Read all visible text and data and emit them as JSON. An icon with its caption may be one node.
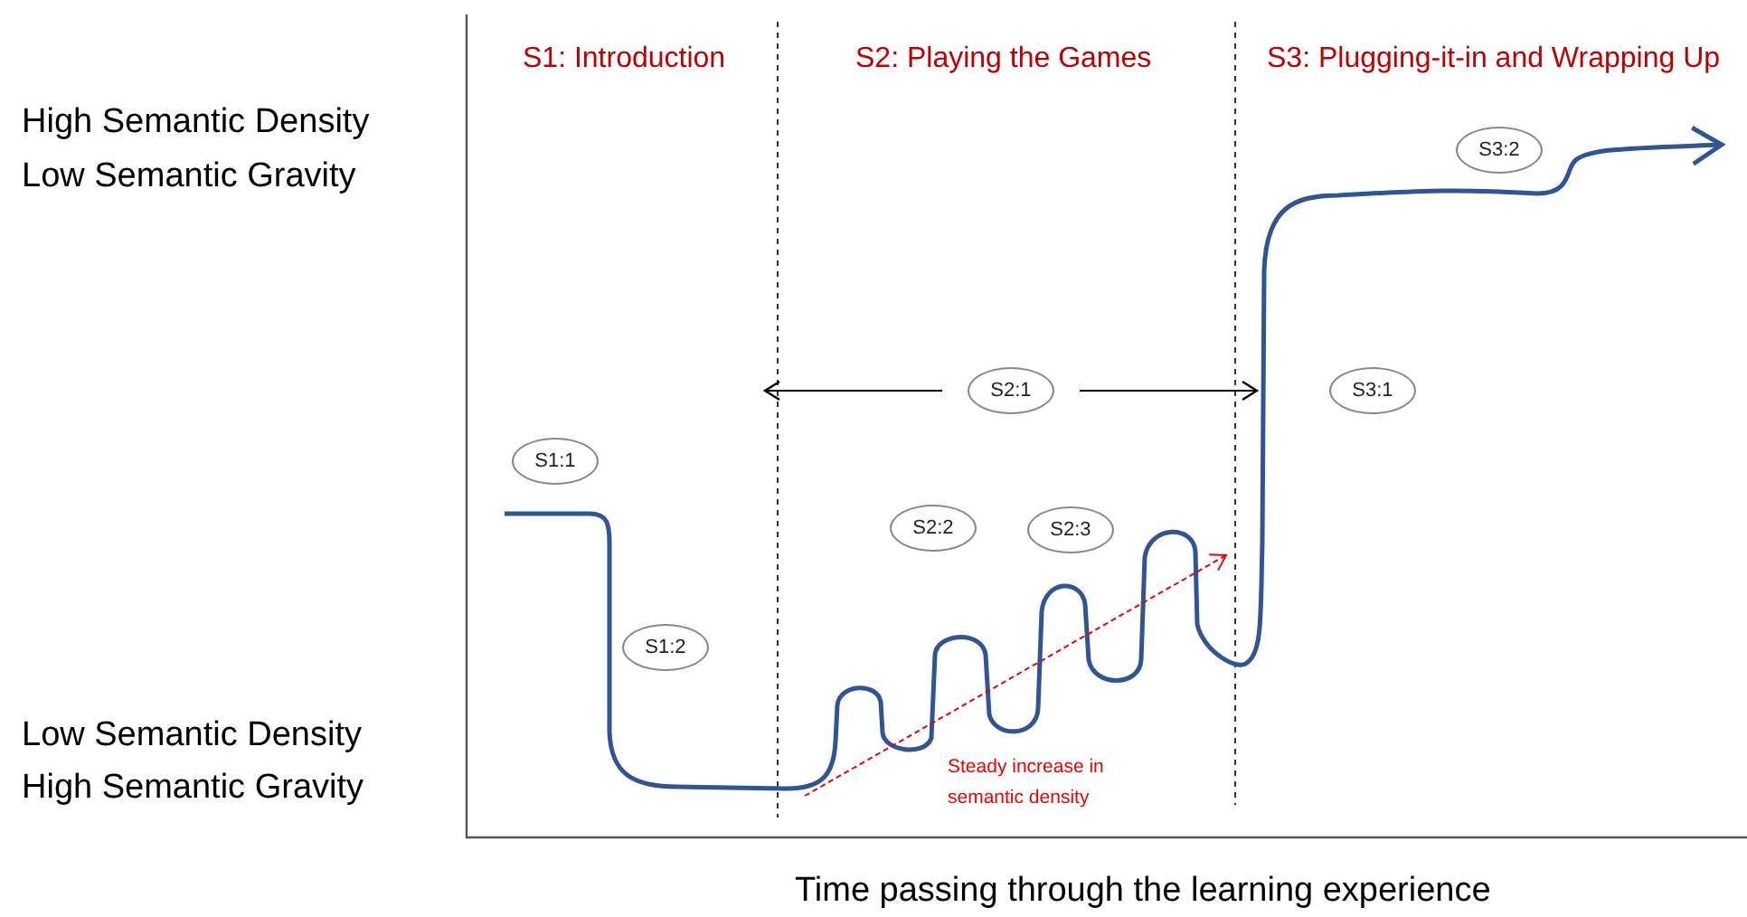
{
  "diagram": {
    "nodes": [
      {
        "text": [
          "S1:1"
        ]
      },
      {
        "text": [
          "S1:2"
        ]
      },
      {
        "text": [
          "S2:1"
        ]
      },
      {
        "text": [
          "S2:2"
        ]
      },
      {
        "text": [
          "S2:3"
        ]
      },
      {
        "text": [
          "S3:1"
        ]
      },
      {
        "text": [
          "S3:2"
        ]
      }
    ],
    "edges": [
      {
        "from": 2,
        "to": null,
        "arrow": "to"
      },
      {
        "from": 2,
        "to": null,
        "arrow": "to"
      }
    ],
    "labels": [
      "S1: Introduction",
      "S2: Playing the Games",
      "S3: Plugging-it-in and Wrapping Up",
      "High Semantic Density",
      "Low Semantic Gravity",
      "Low Semantic Density",
      "High Semantic Gravity",
      "Steady increase in semantic density",
      "Time passing through the learning experience"
    ]
  }
}
